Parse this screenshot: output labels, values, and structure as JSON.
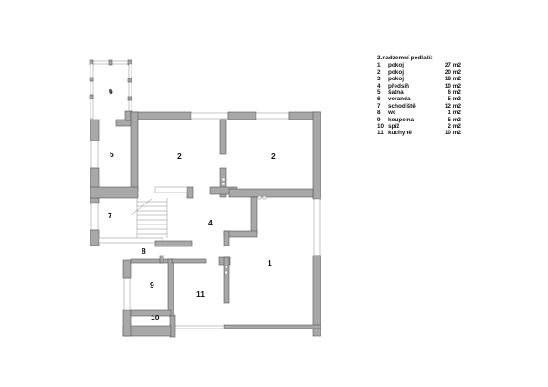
{
  "legend": {
    "title": "2.nadzemní podlaží:",
    "rooms": [
      {
        "num": "1",
        "name": "pokoj",
        "area": "27 m2"
      },
      {
        "num": "2",
        "name": "pokoj",
        "area": "20 m2"
      },
      {
        "num": "3",
        "name": "pokoj",
        "area": "18 m2"
      },
      {
        "num": "4",
        "name": "předsíň",
        "area": "10 m2"
      },
      {
        "num": "5",
        "name": "šatna",
        "area": "6 m2"
      },
      {
        "num": "6",
        "name": "veranda",
        "area": "5 m2"
      },
      {
        "num": "7",
        "name": "schodiště",
        "area": "12 m2"
      },
      {
        "num": "8",
        "name": "wc",
        "area": "1 m2"
      },
      {
        "num": "9",
        "name": "koupelna",
        "area": "5 m2"
      },
      {
        "num": "10",
        "name": "spíž",
        "area": "2 m2"
      },
      {
        "num": "11",
        "name": "kuchyně",
        "area": "10 m2"
      }
    ]
  },
  "plan_labels": {
    "veranda": "6",
    "satna": "5",
    "pokoj_left": "2",
    "pokoj_right": "2",
    "schodiste": "7",
    "predsin": "4",
    "wc": "8",
    "pokoj_large": "1",
    "koupelna": "9",
    "kuchyne": "11",
    "spiz": "10"
  },
  "colors": {
    "wall": "#a8a8a8",
    "wall_outline": "#555555",
    "background": "#ffffff"
  }
}
